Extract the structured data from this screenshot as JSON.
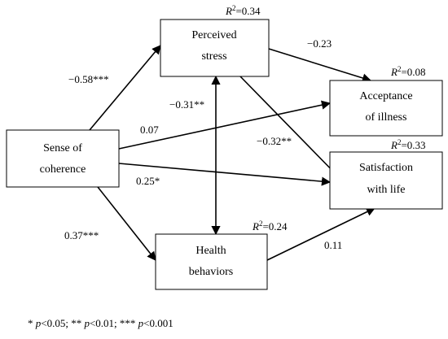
{
  "nodes": {
    "sense": {
      "line1": "Sense of",
      "line2": "coherence"
    },
    "stress": {
      "line1": "Perceived",
      "line2": "stress",
      "r2_label": "R",
      "r2_sup": "2",
      "r2_value": "=0.34"
    },
    "acceptance": {
      "line1": "Acceptance",
      "line2": "of illness",
      "r2_label": "R",
      "r2_sup": "2",
      "r2_value": "=0.08"
    },
    "satisfaction": {
      "line1": "Satisfaction",
      "line2": "with life",
      "r2_label": "R",
      "r2_sup": "2",
      "r2_value": "=0.33"
    },
    "health": {
      "line1": "Health",
      "line2": "behaviors",
      "r2_label": "R",
      "r2_sup": "2",
      "r2_value": "=0.24"
    }
  },
  "paths": {
    "sense_stress": "−0.58***",
    "stress_acceptance": "−0.23",
    "stress_health": "−0.31**",
    "sense_acceptance": "0.07",
    "stress_satisfaction": "−0.32**",
    "sense_satisfaction": "0.25*",
    "sense_health": "0.37***",
    "health_satisfaction": "0.11"
  },
  "footnote": {
    "p1_prefix": "* ",
    "p1_var": "p",
    "p1_rest": "<0.05; ",
    "p2_prefix": "** ",
    "p2_var": "p",
    "p2_rest": "<0.01; ",
    "p3_prefix": "*** ",
    "p3_var": "p",
    "p3_rest": "<0.001"
  }
}
